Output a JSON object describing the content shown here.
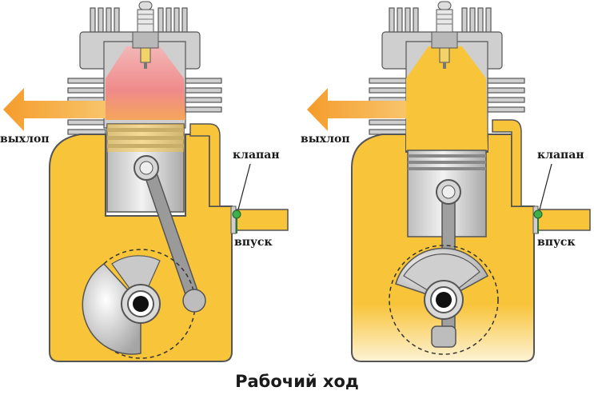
{
  "caption": "Рабочий ход",
  "labels": {
    "exhaust": "выхлоп",
    "valve": "клапан",
    "intake": "впуск"
  },
  "colors": {
    "mixture": "#f8c43a",
    "exhaust_arrow": "#f6a93a",
    "combustion_red": "#ef7f7f",
    "engine_body": "#c9c9c9",
    "outline": "#444444",
    "valve_green": "#3cb04a"
  },
  "engines": [
    {
      "stage": "combustion",
      "exhaust_port": "closed",
      "valve": "closed"
    },
    {
      "stage": "exhaust",
      "exhaust_port": "open",
      "valve": "closed"
    }
  ]
}
